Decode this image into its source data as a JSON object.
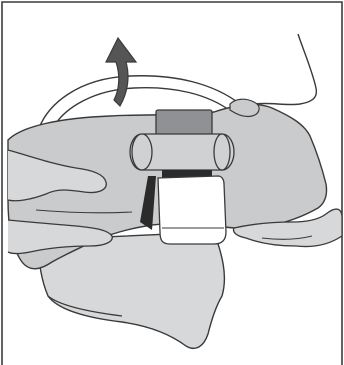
{
  "illustration": {
    "colors": {
      "background": "#ffffff",
      "frame": "#3c3c3c",
      "outline": "#3a3a3a",
      "mask_fill": "#c9cbcd",
      "mask_fill_light": "#d6d8da",
      "tab_fill": "#8f9194",
      "strap_fill": "#cfd1d3",
      "clip_fill": "#ffffff",
      "dark_shade": "#2b2b2b",
      "arrow_fill": "#555555",
      "ring_fill": "#ffffff"
    },
    "icons": [
      "curved-up-arrow-icon"
    ],
    "parts": [
      "face-outline",
      "headgear-ring",
      "mask-body",
      "headgear-strap",
      "release-clip",
      "hands"
    ]
  }
}
